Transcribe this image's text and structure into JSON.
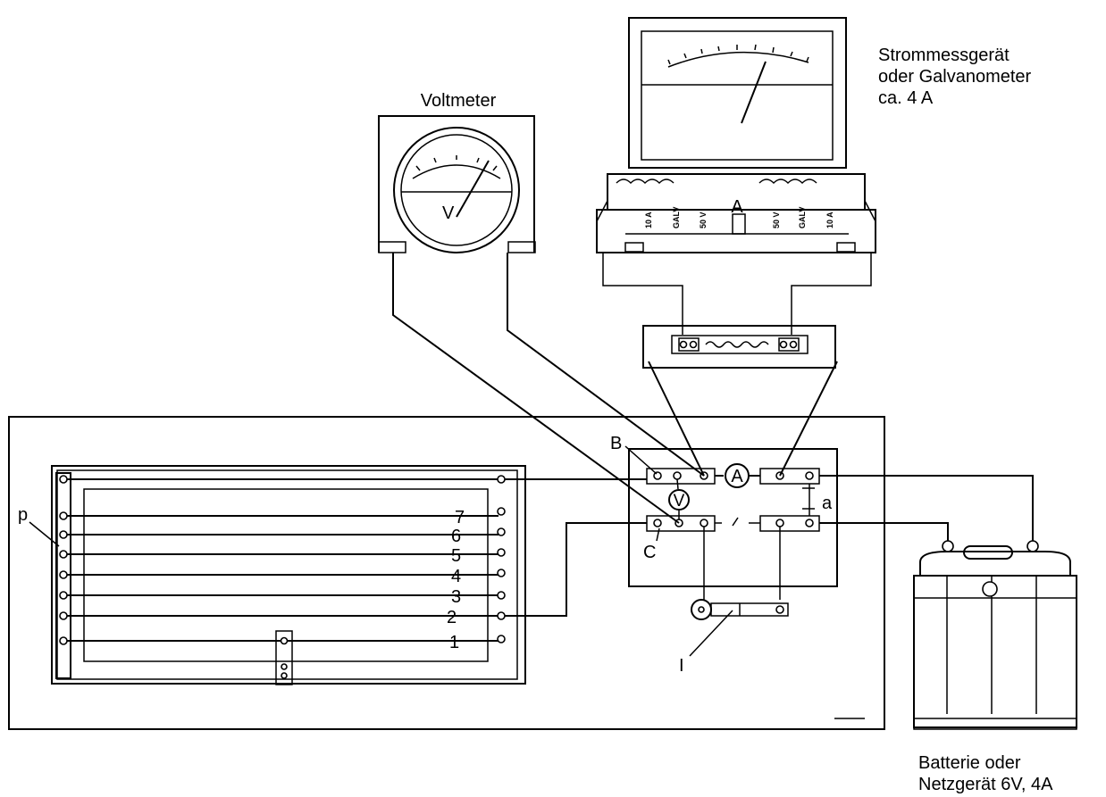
{
  "labels": {
    "voltmeter": "Voltmeter",
    "ammeter_caption": [
      "Strommessgerät",
      "oder Galvanometer",
      "ca. 4 A"
    ],
    "battery_caption": [
      "Batterie oder",
      "Netzgerät 6V, 4A"
    ],
    "letter_B": "B",
    "letter_C": "C",
    "letter_a": "a",
    "letter_I": "I",
    "letter_p": "p",
    "circle_A": "A",
    "circle_V": "V",
    "meter_letter_A": "A",
    "meter_letter_V": "V"
  },
  "wire_numbers": [
    "1",
    "2",
    "3",
    "4",
    "5",
    "6",
    "7"
  ],
  "meter_terminals": [
    "10 A",
    "GALV",
    "50 V",
    "50 V",
    "GALV",
    "10 A"
  ]
}
